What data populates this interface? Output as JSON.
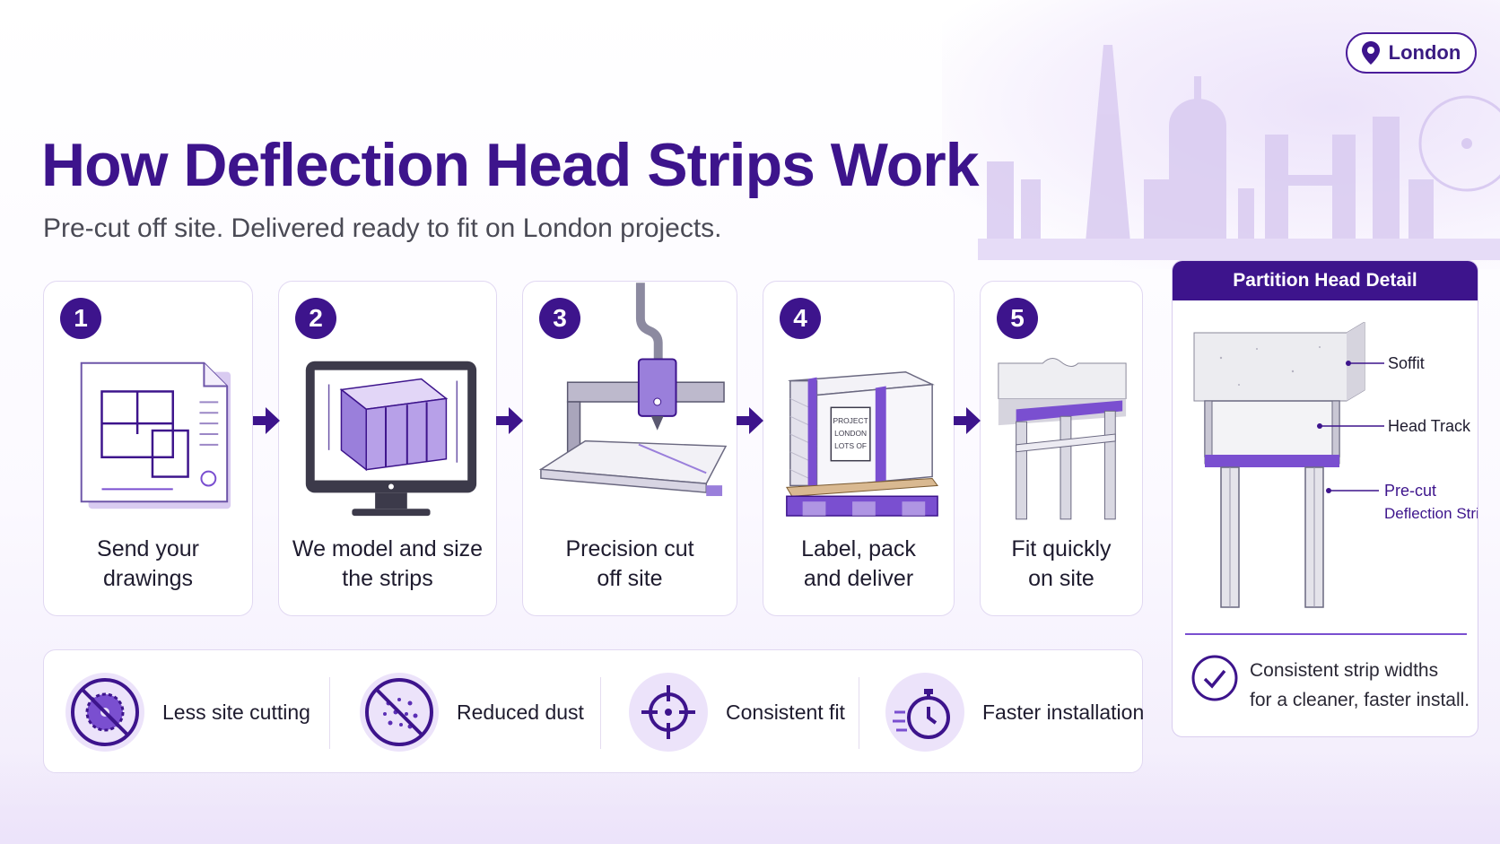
{
  "location": {
    "label": "London",
    "icon": "map-pin-icon"
  },
  "header": {
    "title": "How Deflection Head Strips Work",
    "subtitle": "Pre-cut off site. Delivered ready to fit on London projects."
  },
  "steps": [
    {
      "number": "1",
      "label_line1": "Send your",
      "label_line2": "drawings",
      "icon": "drawing-sheet-icon"
    },
    {
      "number": "2",
      "label_line1": "We model and size",
      "label_line2": "the strips",
      "icon": "monitor-model-icon"
    },
    {
      "number": "3",
      "label_line1": "Precision cut",
      "label_line2": "off site",
      "icon": "cnc-cutter-icon"
    },
    {
      "number": "4",
      "label_line1": "Label, pack",
      "label_line2": "and deliver",
      "icon": "pallet-icon",
      "package_label": [
        "PROJECT",
        "LONDON",
        "LOTS OF"
      ]
    },
    {
      "number": "5",
      "label_line1": "Fit quickly",
      "label_line2": "on site",
      "icon": "installed-strip-icon"
    }
  ],
  "benefits": [
    {
      "label": "Less site cutting",
      "icon": "no-saw-icon"
    },
    {
      "label": "Reduced dust",
      "icon": "no-dust-icon"
    },
    {
      "label": "Consistent fit",
      "icon": "crosshair-icon"
    },
    {
      "label": "Faster installation",
      "icon": "stopwatch-icon"
    }
  ],
  "detail_panel": {
    "title": "Partition Head Detail",
    "callouts": {
      "soffit": "Soffit",
      "head_track": "Head Track",
      "strip_line1": "Pre-cut",
      "strip_line2": "Deflection Strip"
    },
    "note_line1": "Consistent strip widths",
    "note_line2": "for a cleaner, faster install.",
    "icon": "check-circle-icon"
  },
  "colors": {
    "brand": "#3d148c",
    "accent": "#7a4fd0",
    "light": "#ece3fa"
  }
}
